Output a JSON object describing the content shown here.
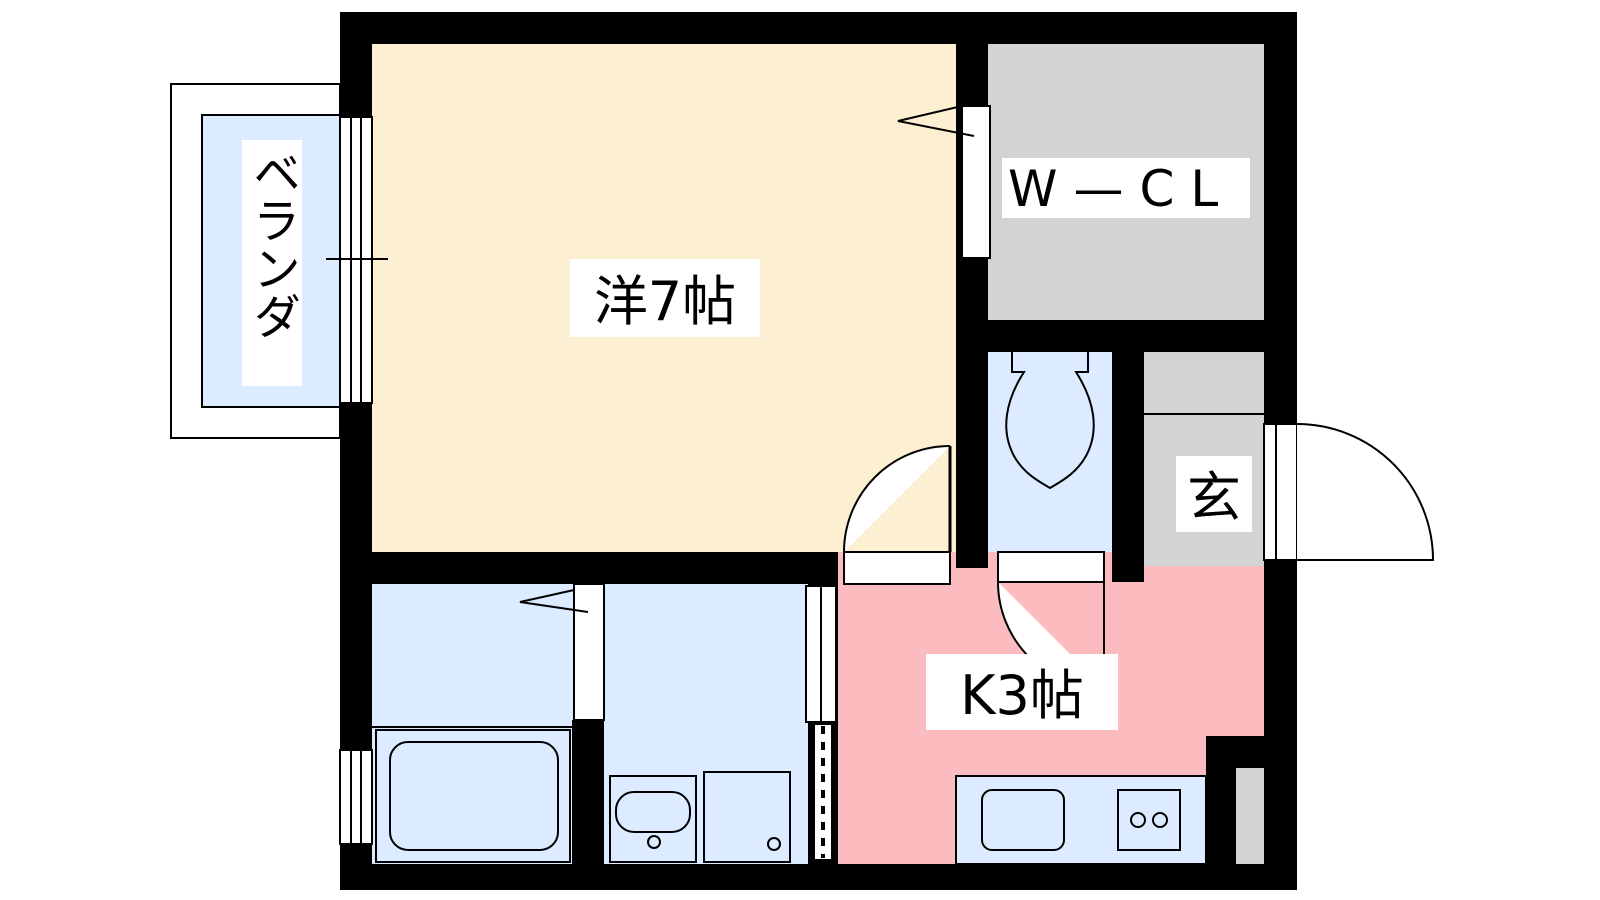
{
  "floor_plan": {
    "rooms": {
      "western_room": {
        "label": "洋7帖",
        "color": "#fdf0d2"
      },
      "kitchen": {
        "label": "K3帖",
        "color": "#fcbcbf"
      },
      "walk_in_closet": {
        "label": "W—CL",
        "color": "#d3d3d3"
      },
      "entrance": {
        "label": "玄",
        "color": "#d3d3d3"
      },
      "balcony": {
        "label": "ベランダ",
        "color": "#dcebff"
      },
      "wet_area_color": "#dcebff"
    },
    "wall_color": "#000000",
    "label_bg": "#ffffff"
  }
}
